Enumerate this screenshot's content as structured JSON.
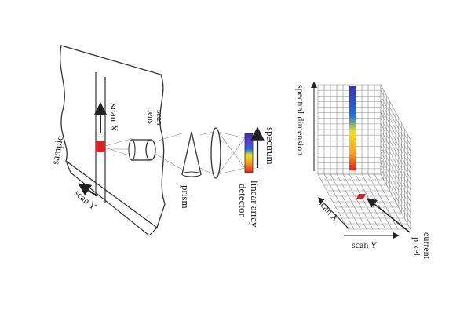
{
  "labels": {
    "sample": "sample",
    "scan_x": "scan X",
    "scan_y_left": "scan Y",
    "scan_lens_1": "scan",
    "scan_lens_2": "lens",
    "prism": "prism",
    "detector_1": "linear array",
    "detector_2": "detector",
    "spectrum": "spectrum",
    "spectral_dimension": "spectral dimension",
    "scan_x_cube": "scan X",
    "scan_y_cube": "scan Y",
    "current_pixel_1": "current",
    "current_pixel_2": "pixel"
  },
  "colors": {
    "line": "#333333",
    "scan_spot": "#e02020",
    "current_pixel": "#e02020",
    "spectrum_gradient": [
      "#3a2fb8",
      "#5a3fd0",
      "#1f6fd8",
      "#f0e020",
      "#f8a020",
      "#f06020",
      "#e02020"
    ]
  }
}
